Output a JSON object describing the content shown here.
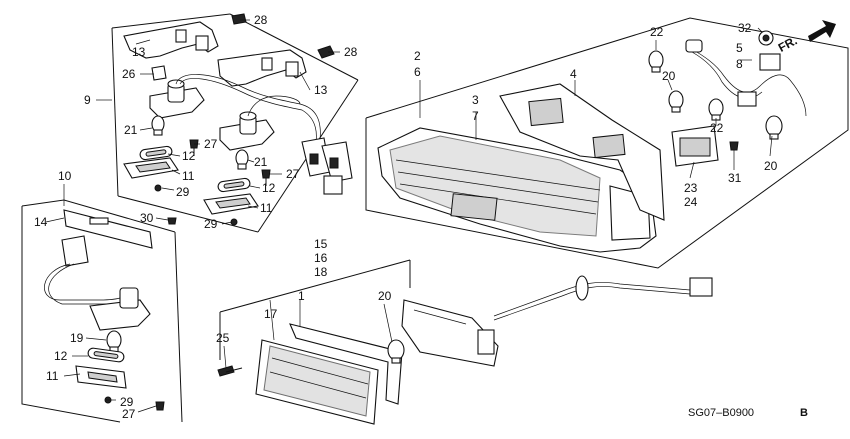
{
  "diagram": {
    "code": "SG07–B0900",
    "revision": "B",
    "direction_label": "FR.",
    "callouts": {
      "c1": "1",
      "c2": "2",
      "c3": "3",
      "c4": "4",
      "c5": "5",
      "c6": "6",
      "c7": "7",
      "c8": "8",
      "c9": "9",
      "c10": "10",
      "c11a": "11",
      "c11b": "11",
      "c11c": "11",
      "c12a": "12",
      "c12b": "12",
      "c12c": "12",
      "c13a": "13",
      "c13b": "13",
      "c14": "14",
      "c15": "15",
      "c16": "16",
      "c17": "17",
      "c18": "18",
      "c19": "19",
      "c20a": "20",
      "c20b": "20",
      "c20c": "20",
      "c21a": "21",
      "c21b": "21",
      "c22a": "22",
      "c22b": "22",
      "c23": "23",
      "c24": "24",
      "c25": "25",
      "c26": "26",
      "c27a": "27",
      "c27b": "27",
      "c27c": "27",
      "c28a": "28",
      "c28b": "28",
      "c29a": "29",
      "c29b": "29",
      "c29c": "29",
      "c30": "30",
      "c31": "31",
      "c32": "32"
    }
  }
}
